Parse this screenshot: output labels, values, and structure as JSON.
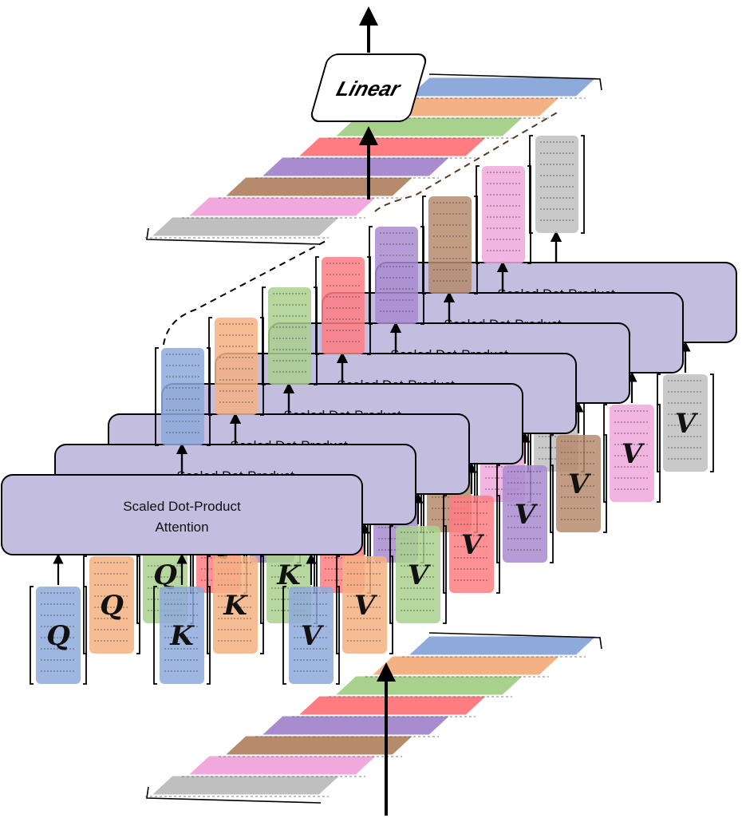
{
  "attention": {
    "title_line1": "Scaled Dot-Product",
    "title_line2": "Attention",
    "head_count": 8
  },
  "linear": {
    "label": "Linear"
  },
  "inputs": {
    "q": "Q",
    "k": "K",
    "v": "V"
  },
  "colors": {
    "heads": [
      "#8eaadb",
      "#f4b183",
      "#a9d18e",
      "#ff7c80",
      "#a98bd0",
      "#b68b6c",
      "#f0a8dd",
      "#bfbfbf"
    ],
    "attention_box": "#c3bde0",
    "outline": "#000000"
  }
}
